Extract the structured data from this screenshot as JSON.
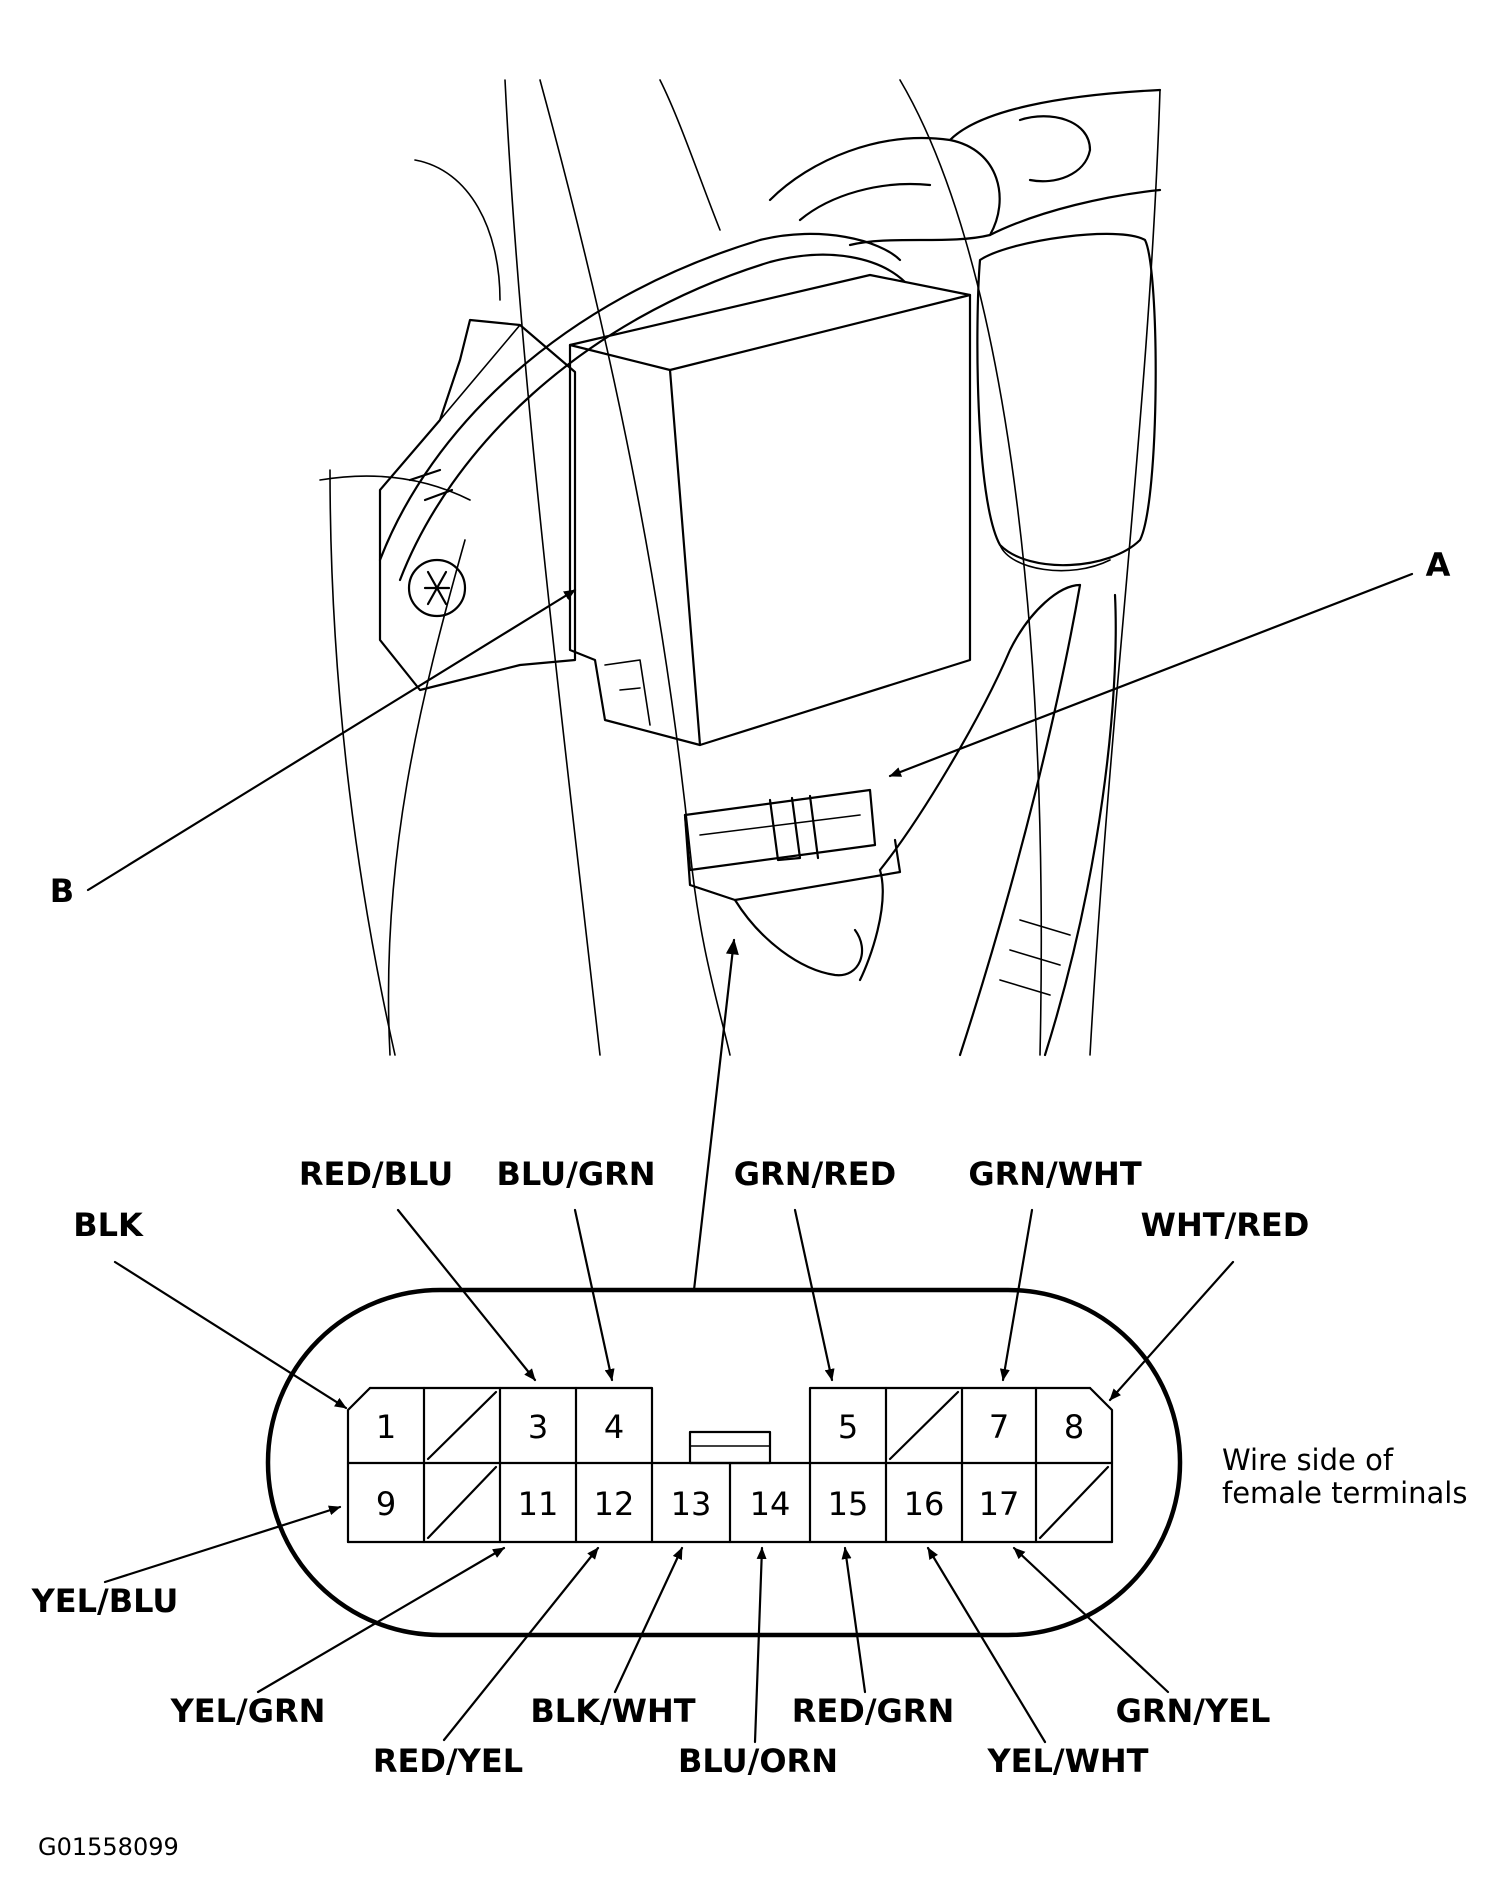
{
  "callouts": {
    "a": "A",
    "b": "B"
  },
  "connector": {
    "pins_top": [
      "1",
      "",
      "3",
      "4",
      "5",
      "",
      "7",
      "8"
    ],
    "pins_bottom": [
      "9",
      "",
      "11",
      "12",
      "13",
      "14",
      "15",
      "16",
      "17",
      ""
    ],
    "note_line1": "Wire side of",
    "note_line2": "female terminals"
  },
  "wires_top": {
    "blk": "BLK",
    "red_blu": "RED/BLU",
    "blu_grn": "BLU/GRN",
    "grn_red": "GRN/RED",
    "grn_wht": "GRN/WHT",
    "wht_red": "WHT/RED"
  },
  "wires_bottom": {
    "yel_blu": "YEL/BLU",
    "yel_grn": "YEL/GRN",
    "red_yel": "RED/YEL",
    "blk_wht": "BLK/WHT",
    "blu_orn": "BLU/ORN",
    "red_grn": "RED/GRN",
    "yel_wht": "YEL/WHT",
    "grn_yel": "GRN/YEL"
  },
  "figure_id": "G01558099"
}
